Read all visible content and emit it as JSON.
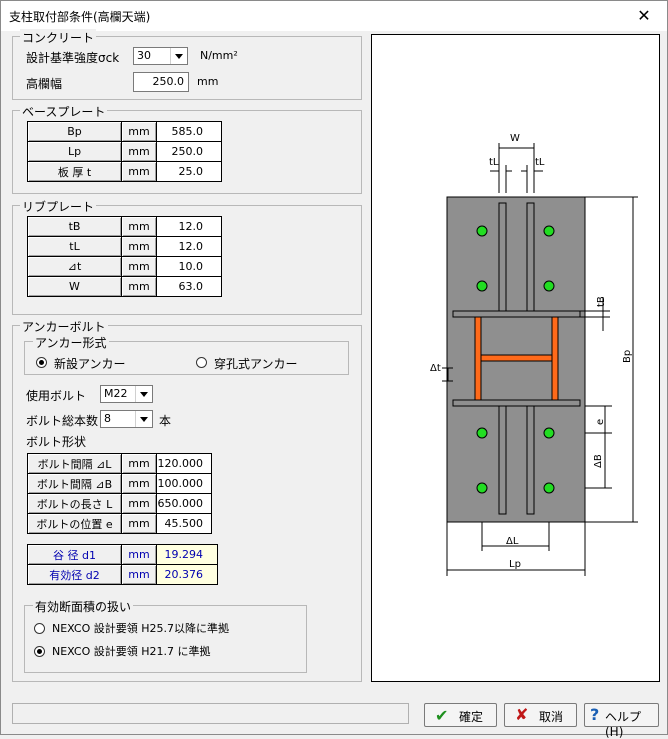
{
  "window": {
    "title": "支柱取付部条件(高欄天端)",
    "close_glyph": "✕"
  },
  "concrete": {
    "legend": "コンクリート",
    "strength_label": "設計基準強度σck",
    "strength_value": "30",
    "strength_unit": "N/mm²",
    "rail_width_label": "高欄幅",
    "rail_width_value": "250.0",
    "rail_width_unit": "mm"
  },
  "base_plate": {
    "legend": "ベースプレート",
    "rows": [
      {
        "name": "Bp",
        "unit": "mm",
        "value": "585.0"
      },
      {
        "name": "Lp",
        "unit": "mm",
        "value": "250.0"
      },
      {
        "name": "板 厚  t",
        "unit": "mm",
        "value": "25.0"
      }
    ]
  },
  "rib_plate": {
    "legend": "リブプレート",
    "rows": [
      {
        "name": "tB",
        "unit": "mm",
        "value": "12.0"
      },
      {
        "name": "tL",
        "unit": "mm",
        "value": "12.0"
      },
      {
        "name": "⊿t",
        "unit": "mm",
        "value": "10.0"
      },
      {
        "name": "W",
        "unit": "mm",
        "value": "63.0"
      }
    ]
  },
  "anchor": {
    "legend": "アンカーボルト",
    "type_legend": "アンカー形式",
    "type_options": [
      "新設アンカー",
      "穿孔式アンカー"
    ],
    "type_selected": 0,
    "bolt_label": "使用ボルト",
    "bolt_value": "M22",
    "count_label": "ボルト総本数",
    "count_value": "8",
    "count_unit": "本",
    "shape_label": "ボルト形状",
    "shape_rows": [
      {
        "name": "ボルト間隔 ⊿L",
        "unit": "mm",
        "value": "120.000"
      },
      {
        "name": "ボルト間隔 ⊿B",
        "unit": "mm",
        "value": "100.000"
      },
      {
        "name": "ボルトの長さ L",
        "unit": "mm",
        "value": "650.000"
      },
      {
        "name": "ボルトの位置 e",
        "unit": "mm",
        "value": "45.500"
      }
    ],
    "calc_rows": [
      {
        "name": "谷 径 d1",
        "unit": "mm",
        "value": "19.294"
      },
      {
        "name": "有効径 d2",
        "unit": "mm",
        "value": "20.376"
      }
    ],
    "area_legend": "有効断面積の扱い",
    "area_options": [
      "NEXCO 設計要領 H25.7以降に準拠",
      "NEXCO 設計要領 H21.7 に準拠"
    ],
    "area_selected": 1
  },
  "diagram": {
    "labels": {
      "W": "W",
      "tL": "tL",
      "tB": "tB",
      "Bp": "Bp",
      "dt": "Δt",
      "e": "e",
      "dB": "ΔB",
      "dL": "ΔL",
      "Lp": "Lp"
    },
    "bolt_color": "#22dd22",
    "rib_color": "#ff6a1a",
    "plate_color": "#8f8f8f"
  },
  "footer": {
    "ok_label": "確定",
    "cancel_label": "取消",
    "help_label": "ヘルプ(H)",
    "status_text": ""
  }
}
